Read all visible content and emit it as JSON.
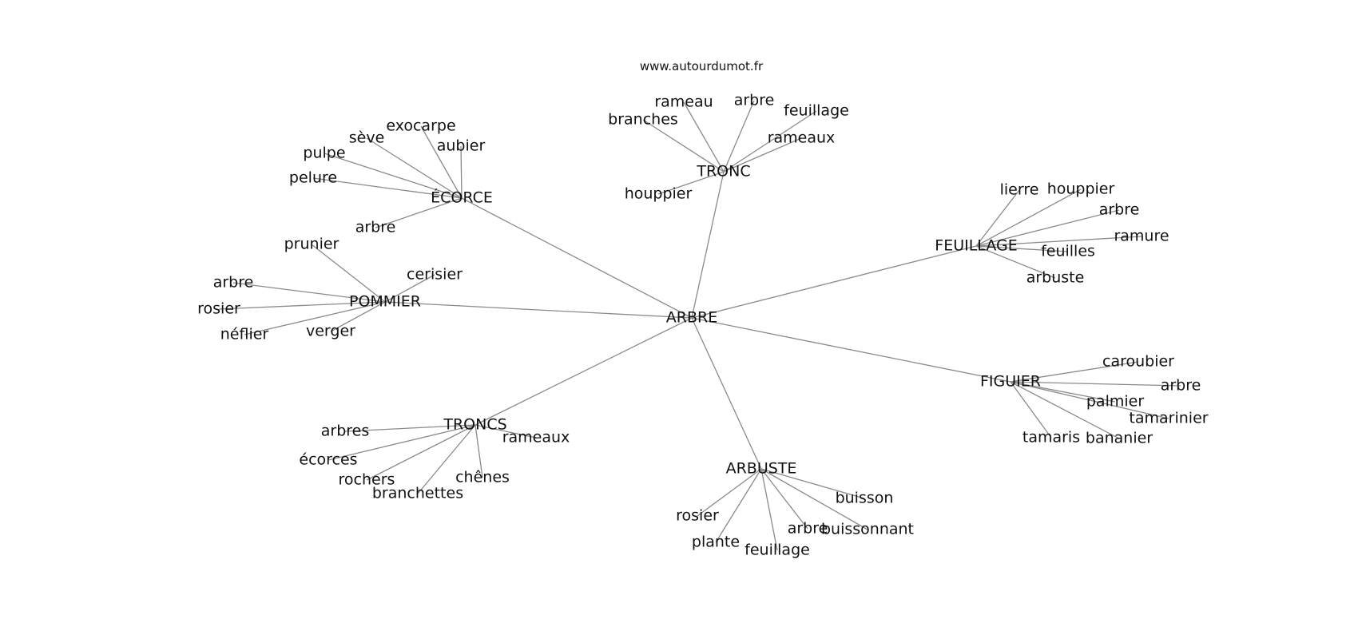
{
  "source": "www.autourdumot.fr",
  "root": "ARBRE",
  "clusters": [
    {
      "label": "ÉCORCE",
      "leaves": [
        "exocarpe",
        "sève",
        "aubier",
        "pulpe",
        "pelure",
        "arbre"
      ]
    },
    {
      "label": "TRONC",
      "leaves": [
        "rameau",
        "arbre",
        "feuillage",
        "branches",
        "rameaux",
        "houppier"
      ]
    },
    {
      "label": "FEUILLAGE",
      "leaves": [
        "lierre",
        "houppier",
        "arbre",
        "ramure",
        "feuilles",
        "arbuste"
      ]
    },
    {
      "label": "POMMIER",
      "leaves": [
        "prunier",
        "cerisier",
        "arbre",
        "rosier",
        "néflier",
        "verger"
      ]
    },
    {
      "label": "FIGUIER",
      "leaves": [
        "caroubier",
        "arbre",
        "palmier",
        "tamarinier",
        "tamaris",
        "bananier"
      ]
    },
    {
      "label": "TRONCS",
      "leaves": [
        "arbres",
        "rameaux",
        "écorces",
        "chênes",
        "rochers",
        "branchettes"
      ]
    },
    {
      "label": "ARBUSTE",
      "leaves": [
        "buisson",
        "rosier",
        "arbre",
        "buissonnant",
        "plante",
        "feuillage"
      ]
    }
  ]
}
